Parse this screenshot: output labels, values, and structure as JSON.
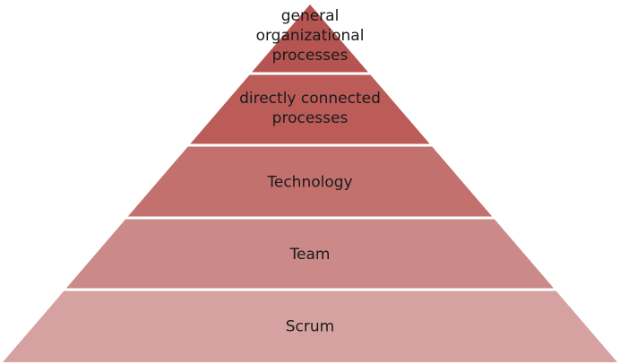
{
  "pyramid": {
    "layers": [
      {
        "label_lines": [
          "general",
          "organizational",
          "processes"
        ],
        "color": "#B55450"
      },
      {
        "label_lines": [
          "directly connected",
          "processes"
        ],
        "color": "#BB5C59"
      },
      {
        "label_lines": [
          "Technology"
        ],
        "color": "#C2716E"
      },
      {
        "label_lines": [
          "Team"
        ],
        "color": "#CB8A88"
      },
      {
        "label_lines": [
          "Scrum"
        ],
        "color": "#D6A2A1"
      }
    ],
    "separator_color": "#ffffff"
  }
}
